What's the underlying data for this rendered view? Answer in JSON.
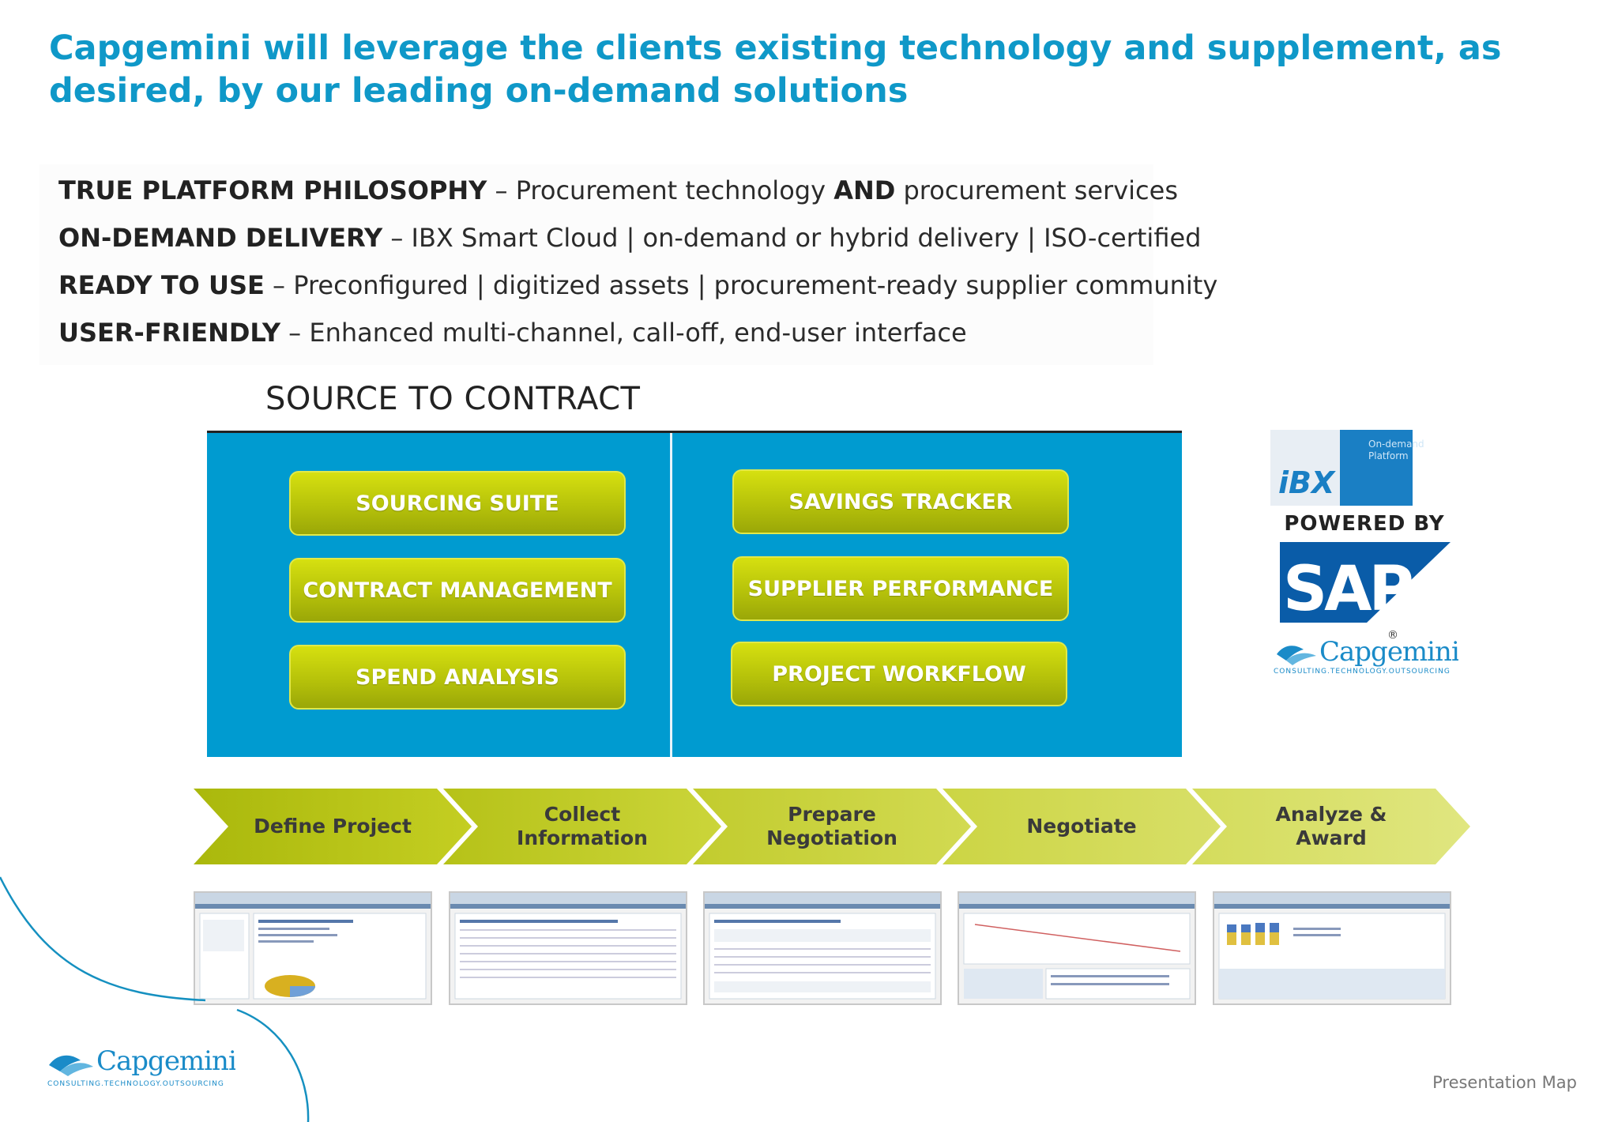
{
  "title": "Capgemini will leverage the clients existing technology and supplement, as desired, by our leading on-demand solutions",
  "bullets": [
    {
      "bold": "TRUE PLATFORM PHILOSOPHY",
      "text1": " – Procurement technology ",
      "bold2": "AND",
      "text2": " procurement services"
    },
    {
      "bold": "ON-DEMAND DELIVERY",
      "text1": " – IBX Smart Cloud | on-demand or hybrid delivery | ISO-certified"
    },
    {
      "bold": "READY TO USE",
      "text1": " – Preconfigured | digitized assets | procurement-ready supplier community"
    },
    {
      "bold": "USER-FRIENDLY",
      "text1": " – Enhanced multi-channel, call-off, end-user interface"
    }
  ],
  "source_to_contract": {
    "heading": "SOURCE TO CONTRACT",
    "left": [
      "SOURCING SUITE",
      "CONTRACT MANAGEMENT",
      "SPEND ANALYSIS"
    ],
    "right": [
      "SAVINGS TRACKER",
      "SUPPLIER PERFORMANCE",
      "PROJECT WORKFLOW"
    ]
  },
  "process_steps": [
    [
      "Define Project"
    ],
    [
      "Collect",
      "Information"
    ],
    [
      "Prepare",
      "Negotiation"
    ],
    [
      "Negotiate"
    ],
    [
      "Analyze &",
      "Award"
    ]
  ],
  "logos": {
    "ibx": "iBX",
    "ibx_tag": [
      "On-demand",
      "Platform"
    ],
    "powered_by": "POWERED BY",
    "sap": "SAP",
    "registered": "®",
    "capgemini": "Capgemini",
    "capgemini_tagline": "CONSULTING.TECHNOLOGY.OUTSOURCING"
  },
  "footer": {
    "logo": "Capgemini",
    "tagline": "CONSULTING.TECHNOLOGY.OUTSOURCING",
    "presentation_map": "Presentation Map"
  },
  "colors": {
    "title": "#0f98c8",
    "panel": "#009bd0",
    "pill": "#b6c20a",
    "chevron": "#b8c41a",
    "sap_blue": "#0a5ca8"
  }
}
